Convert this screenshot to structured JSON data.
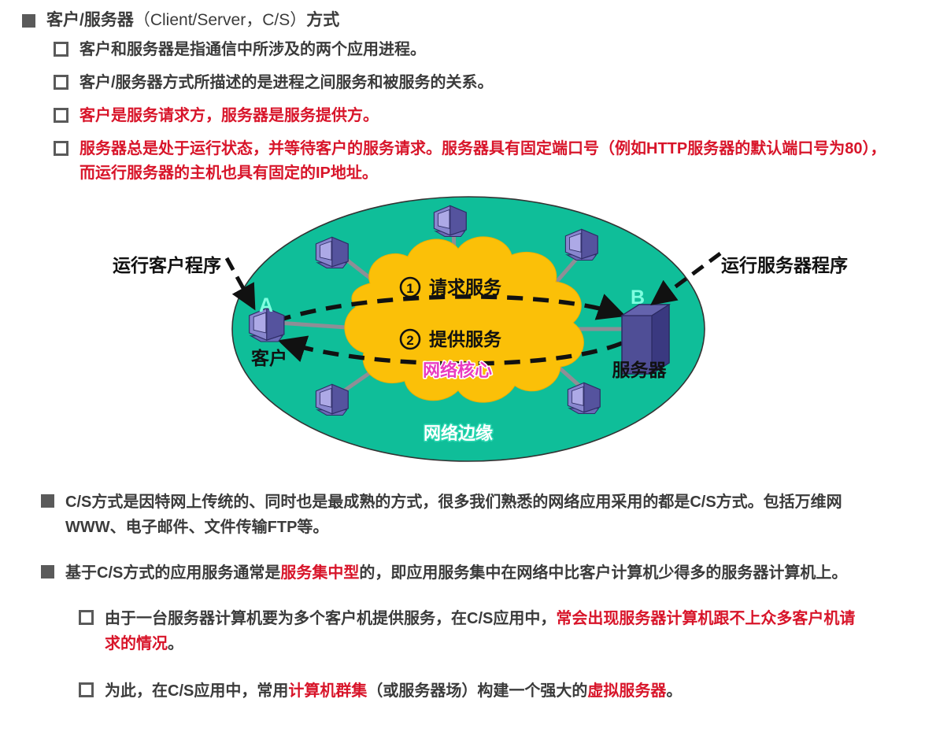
{
  "slide": {
    "heading": {
      "text_main": "客户/服务器",
      "text_paren": "（Client/Server，C/S）",
      "text_tail": "方式"
    },
    "top_bullets": [
      {
        "text": "客户和服务器是指通信中所涉及的两个应用进程。",
        "color": "#3b3b3b"
      },
      {
        "text": "客户/服务器方式所描述的是进程之间服务和被服务的关系。",
        "color": "#3b3b3b"
      },
      {
        "text": "客户是服务请求方，服务器是服务提供方。",
        "color": "#d8152a"
      },
      {
        "text": "服务器总是处于运行状态，并等待客户的服务请求。服务器具有固定端口号（例如HTTP服务器的默认端口号为80），而运行服务器的主机也具有固定的IP地址。",
        "color": "#d8152a"
      }
    ],
    "bottom_bullets": [
      {
        "level": 1,
        "segments": [
          {
            "t": "C/S方式是因特网上传统的、同时也是最成熟的方式，很多我们熟悉的网络应用采用的都是C/S方式。包括万维网WWW、电子邮件、文件传输FTP等。",
            "c": "#3b3b3b"
          }
        ]
      },
      {
        "level": 1,
        "segments": [
          {
            "t": "基于C/S方式的应用服务通常是",
            "c": "#3b3b3b"
          },
          {
            "t": "服务集中型",
            "c": "#d8152a"
          },
          {
            "t": "的，即应用服务集中在网络中比客户计算机少得多的服务器计算机上。",
            "c": "#3b3b3b"
          }
        ]
      },
      {
        "level": 2,
        "segments": [
          {
            "t": "由于一台服务器计算机要为多个客户机提供服务，在C/S应用中，",
            "c": "#3b3b3b"
          },
          {
            "t": "常会出现服务器计算机跟不上众多客户机请求的情况",
            "c": "#d8152a"
          },
          {
            "t": "。",
            "c": "#3b3b3b"
          }
        ]
      },
      {
        "level": 2,
        "segments": [
          {
            "t": "为此，在C/S应用中，常用",
            "c": "#3b3b3b"
          },
          {
            "t": "计算机群集",
            "c": "#d8152a"
          },
          {
            "t": "（或服务器场）构建一个强大的",
            "c": "#3b3b3b"
          },
          {
            "t": "虚拟服务器",
            "c": "#d8152a"
          },
          {
            "t": "。",
            "c": "#3b3b3b"
          }
        ]
      }
    ]
  },
  "figure": {
    "callout_left": "运行客户程序",
    "callout_right": "运行服务器程序",
    "node_a_letter": "A",
    "node_b_letter": "B",
    "node_a_label": "客户",
    "node_b_label": "服务器",
    "flow_1_number": "①",
    "flow_1_label": "请求服务",
    "flow_2_number": "②",
    "flow_2_label": "提供服务",
    "core_label": "网络核心",
    "edge_label": "网络边缘",
    "colors": {
      "edge_ellipse": "#0FBE99",
      "core_cloud": "#FBC008",
      "core_label_color": "#E93CC1",
      "edge_label_color": "#ffffff",
      "edge_label_outline": "#2BD6B0",
      "host_body": "#7A78C6",
      "host_dark": "#3C3B77",
      "server_body": "#4F4E96",
      "letter_color": "#7FFFE0",
      "link_line": "#8E8E96",
      "dash": "#111111"
    }
  }
}
